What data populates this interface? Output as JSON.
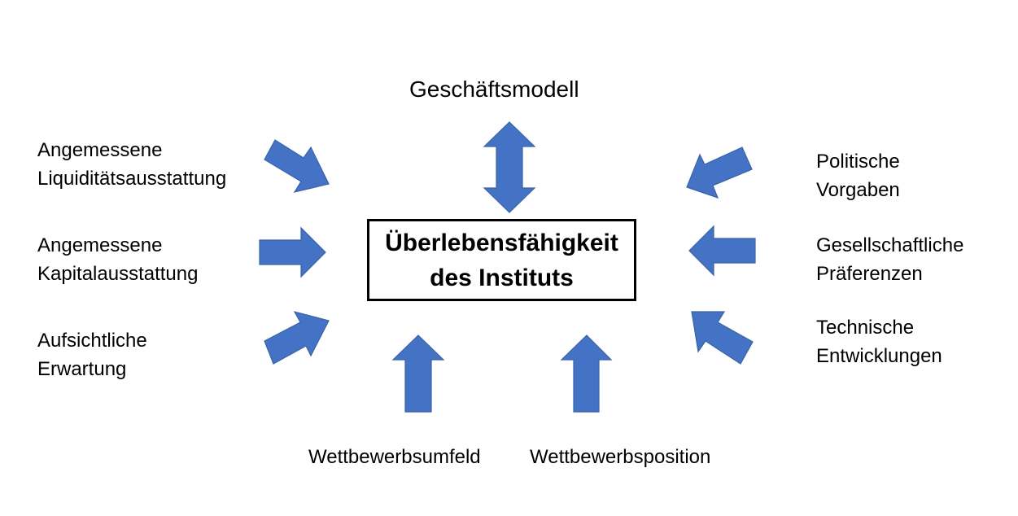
{
  "center": {
    "line1": "Überlebensfähigkeit",
    "line2": "des Instituts"
  },
  "top_label": "Geschäftsmodell",
  "left_labels": [
    {
      "line1": "Angemessene",
      "line2": "Liquiditätsausstattung"
    },
    {
      "line1": "Angemessene",
      "line2": "Kapitalausstattung"
    },
    {
      "line1": "Aufsichtliche",
      "line2": "Erwartung"
    }
  ],
  "right_labels": [
    {
      "line1": "Politische",
      "line2": "Vorgaben"
    },
    {
      "line1": "Gesellschaftliche",
      "line2": "Präferenzen"
    },
    {
      "line1": "Technische",
      "line2": "Entwicklungen"
    }
  ],
  "bottom_labels": [
    "Wettbewerbsumfeld",
    "Wettbewerbsposition"
  ],
  "colors": {
    "arrow_fill": "#4472c4",
    "box_border": "#000000"
  }
}
